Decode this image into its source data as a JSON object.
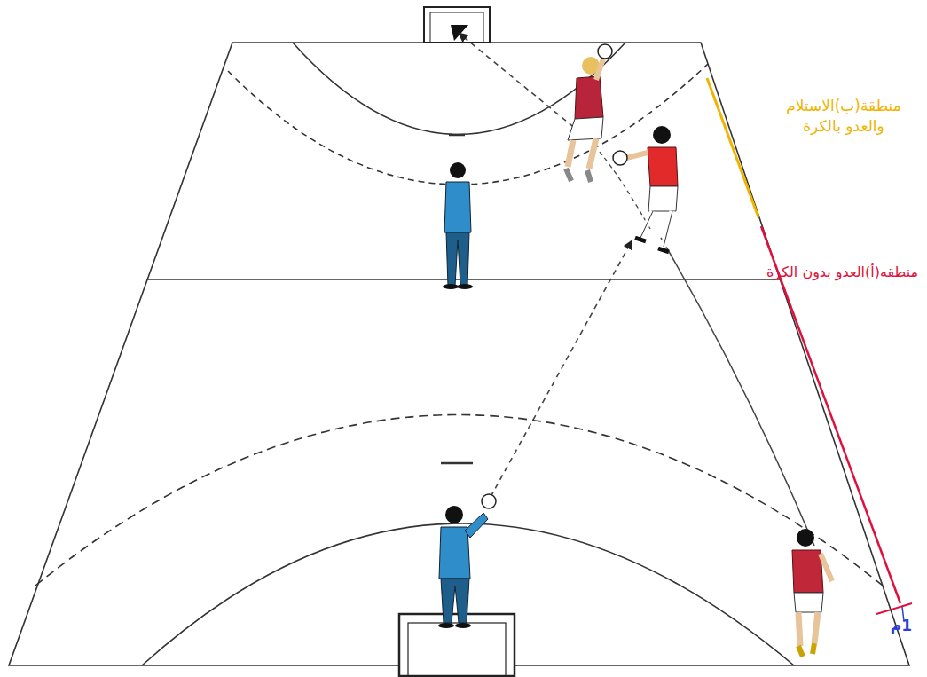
{
  "diagram": {
    "labels": [
      "منطقة(ب)الاستلام والعدو بالكرة",
      "منطقه(أ)العدو بدون الكرة",
      "1م"
    ]
  }
}
